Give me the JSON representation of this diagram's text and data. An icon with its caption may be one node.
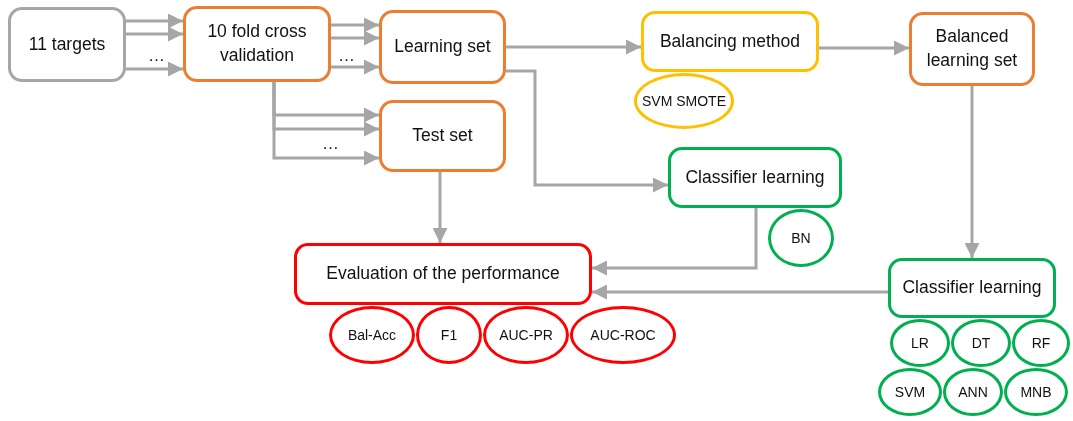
{
  "diagram": {
    "nodes": [
      {
        "text": [
          "11 targets"
        ]
      },
      {
        "text": [
          "10 fold cross validation"
        ]
      },
      {
        "text": [
          "Learning set"
        ]
      },
      {
        "text": [
          "Test set"
        ]
      },
      {
        "text": [
          "Balancing method"
        ]
      },
      {
        "text": [
          "SVM SMOTE"
        ]
      },
      {
        "text": [
          "Balanced learning set"
        ]
      },
      {
        "text": [
          "Classifier learning"
        ]
      },
      {
        "text": [
          "BN"
        ]
      },
      {
        "text": [
          "Evaluation of the performance"
        ]
      },
      {
        "text": [
          "Bal-Acc"
        ]
      },
      {
        "text": [
          "F1"
        ]
      },
      {
        "text": [
          "AUC-PR"
        ]
      },
      {
        "text": [
          "AUC-ROC"
        ]
      },
      {
        "text": [
          "Classifier learning"
        ]
      },
      {
        "text": [
          "LR"
        ]
      },
      {
        "text": [
          "DT"
        ]
      },
      {
        "text": [
          "RF"
        ]
      },
      {
        "text": [
          "SVM"
        ]
      },
      {
        "text": [
          "ANN"
        ]
      },
      {
        "text": [
          "MNB"
        ]
      }
    ],
    "edges": [
      {
        "from": 0,
        "to": 1,
        "arrow": "to"
      },
      {
        "from": 0,
        "to": 1,
        "arrow": "to"
      },
      {
        "from": 0,
        "to": 1,
        "arrow": "to"
      },
      {
        "from": 1,
        "to": 2,
        "arrow": "to"
      },
      {
        "from": 1,
        "to": 2,
        "arrow": "to"
      },
      {
        "from": 1,
        "to": 2,
        "arrow": "to"
      },
      {
        "from": 1,
        "to": 3,
        "arrow": "to"
      },
      {
        "from": 1,
        "to": 3,
        "arrow": "to"
      },
      {
        "from": 1,
        "to": 3,
        "arrow": "to"
      },
      {
        "from": 2,
        "to": 4,
        "arrow": "to"
      },
      {
        "from": 2,
        "to": 7,
        "arrow": "to"
      },
      {
        "from": 4,
        "to": 6,
        "arrow": "to"
      },
      {
        "from": 6,
        "to": 14,
        "arrow": "to"
      },
      {
        "from": 3,
        "to": 9,
        "arrow": "to"
      },
      {
        "from": 7,
        "to": 9,
        "arrow": "to"
      },
      {
        "from": 14,
        "to": 9,
        "arrow": "to"
      }
    ],
    "labels": [
      "…",
      "…",
      "…"
    ]
  }
}
